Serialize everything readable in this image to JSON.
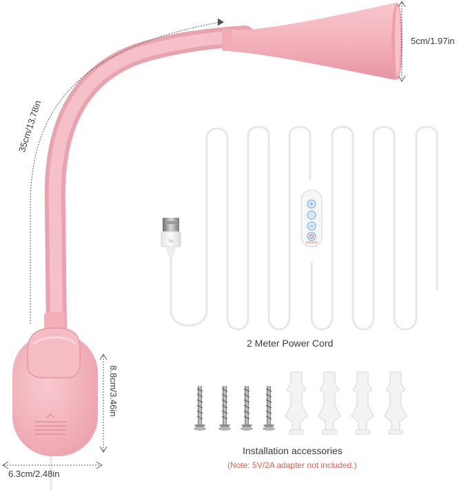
{
  "dimensions": {
    "length": "35cm/13.78in",
    "head_diameter": "5cm/1.97in",
    "base_height": "8.8cm/3.46in",
    "base_width": "6.3cm/2.48in"
  },
  "cord_label": "2 Meter Power Cord",
  "controller_brand": "ERENOR",
  "accessories_label": "Installation accessories",
  "note": "(Note: 5V/2A adapter not included.)",
  "colors": {
    "lamp_pink": "#f4b8c0",
    "lamp_shadow": "#e79aa6",
    "cord": "#ececec",
    "note_red": "#e0604f",
    "controller_button": "#6fa8dc"
  },
  "controller_icons": [
    "plus-icon",
    "mode-icon",
    "minus-icon",
    "power-icon"
  ]
}
